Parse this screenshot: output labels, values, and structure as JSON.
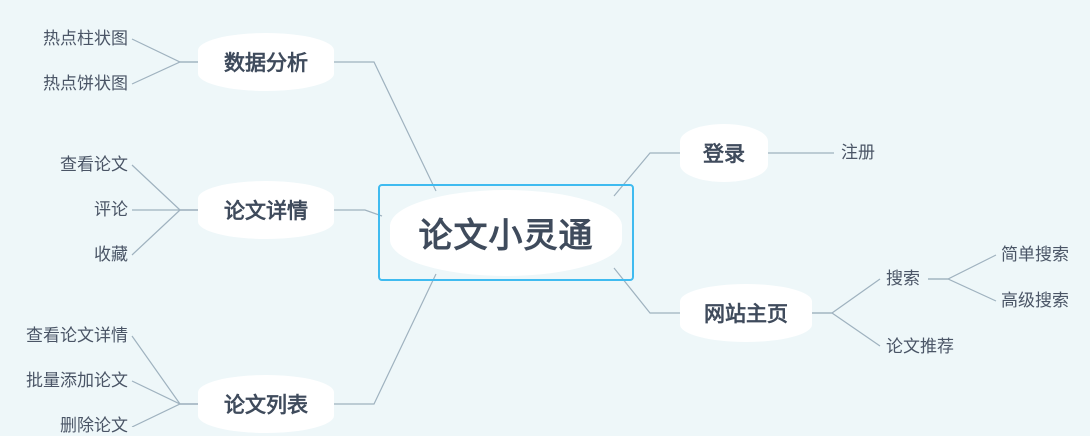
{
  "mindmap": {
    "root": "论文小灵通",
    "branches": {
      "data_analysis": {
        "label": "数据分析",
        "children": [
          "热点柱状图",
          "热点饼状图"
        ]
      },
      "paper_detail": {
        "label": "论文详情",
        "children": [
          "查看论文",
          "评论",
          "收藏"
        ]
      },
      "paper_list": {
        "label": "论文列表",
        "children": [
          "查看论文详情",
          "批量添加论文",
          "删除论文"
        ]
      },
      "login": {
        "label": "登录",
        "children": [
          "注册"
        ]
      },
      "homepage": {
        "label": "网站主页",
        "children": [
          {
            "label": "搜索",
            "children": [
              "简单搜索",
              "高级搜索"
            ]
          },
          {
            "label": "论文推荐"
          }
        ]
      }
    }
  }
}
